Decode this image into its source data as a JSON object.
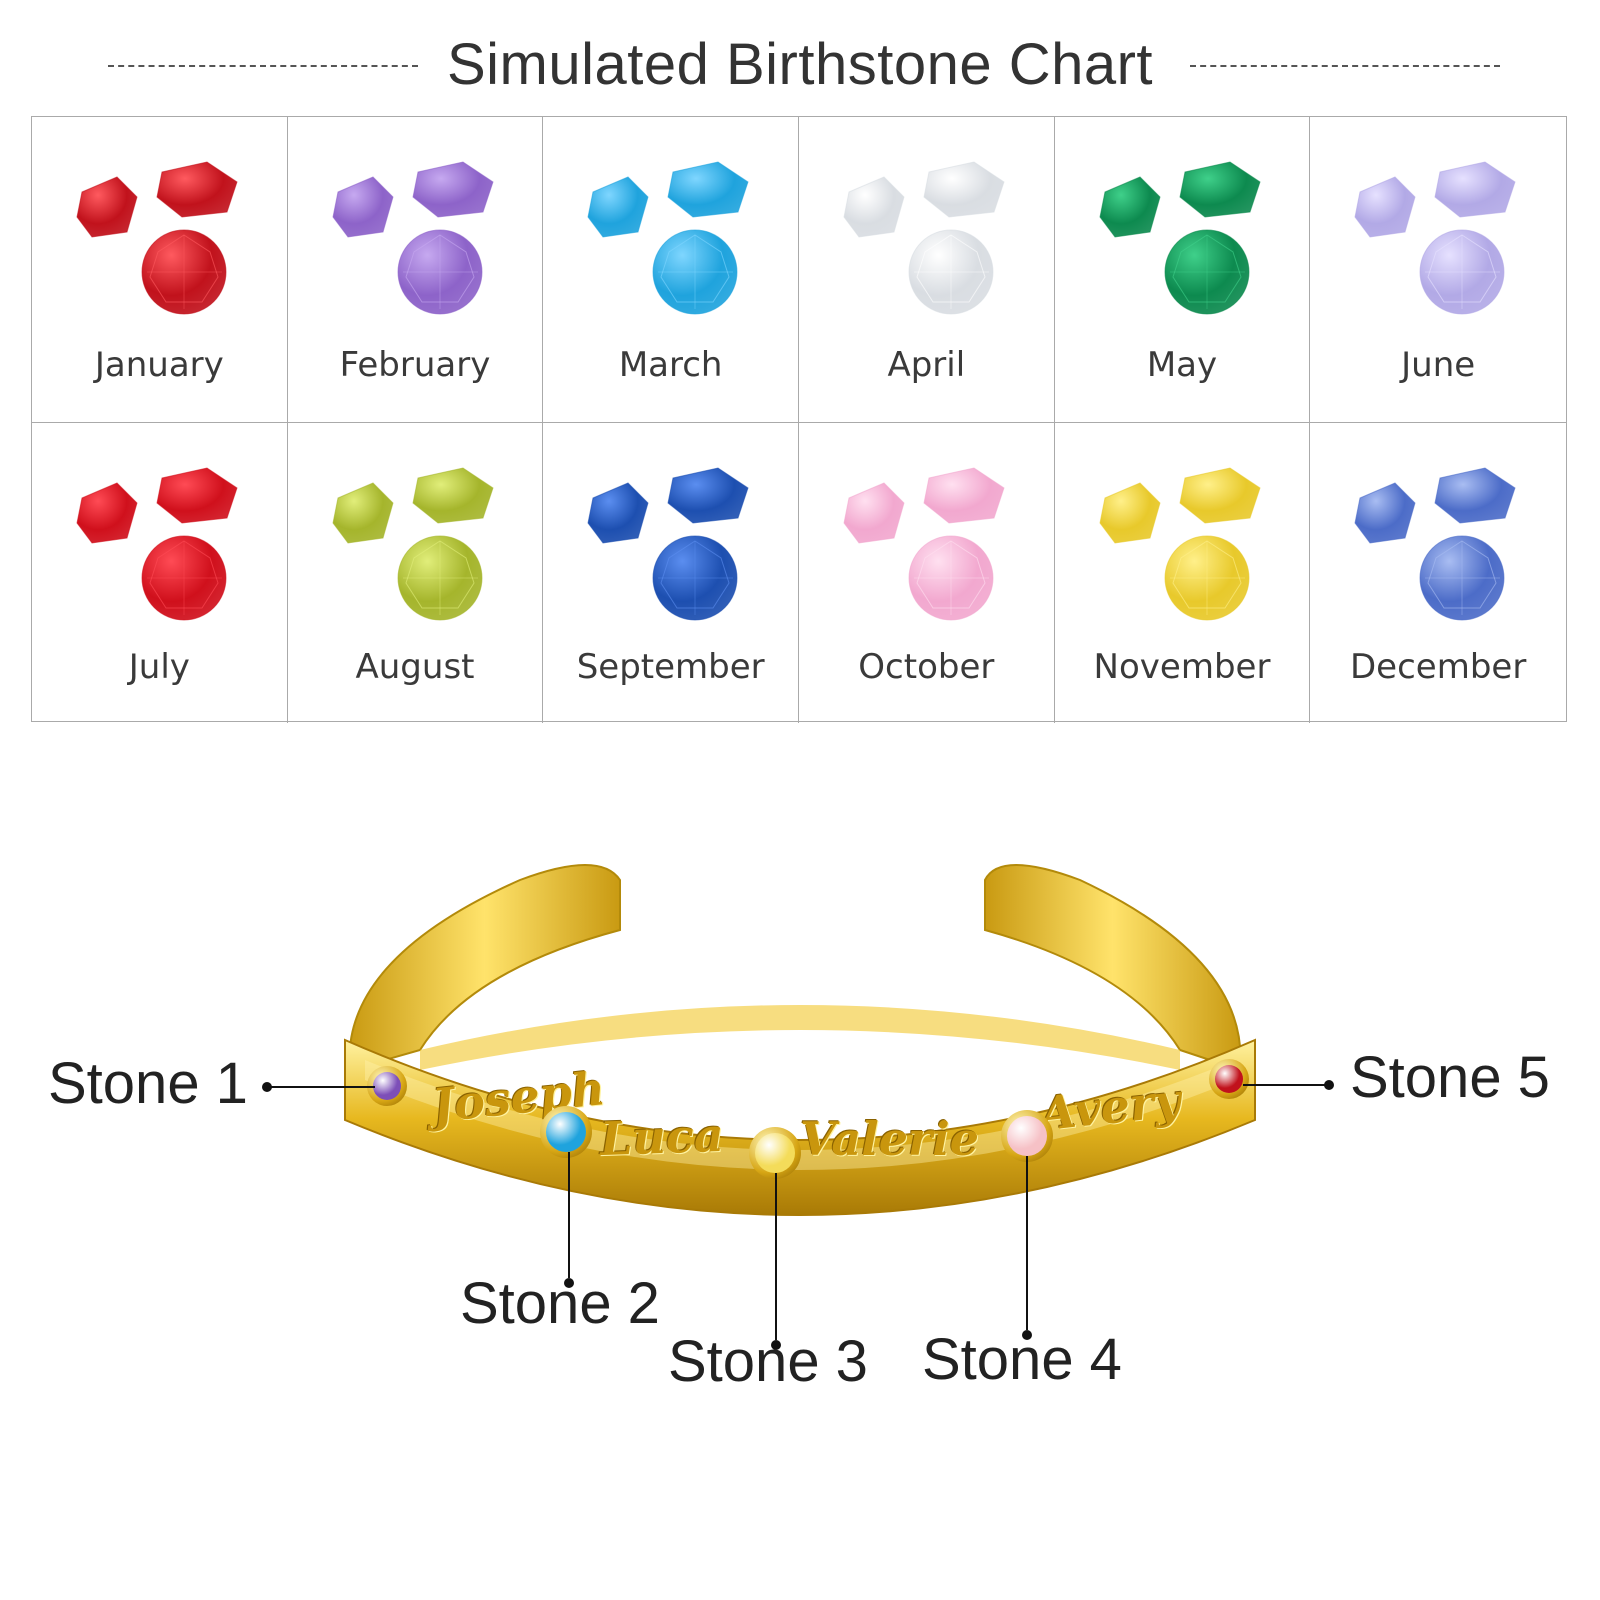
{
  "title": "Simulated Birthstone Chart",
  "months": [
    {
      "label": "January",
      "color": "#c1121c",
      "light": "#ff5a5f"
    },
    {
      "label": "February",
      "color": "#8d63c9",
      "light": "#c6a9f0"
    },
    {
      "label": "March",
      "color": "#1fa3dd",
      "light": "#7fd6ff"
    },
    {
      "label": "April",
      "color": "#d9dde2",
      "light": "#ffffff"
    },
    {
      "label": "May",
      "color": "#0d8a4f",
      "light": "#3fd08a"
    },
    {
      "label": "June",
      "color": "#b2a9e6",
      "light": "#e6e1ff"
    },
    {
      "label": "July",
      "color": "#d0101c",
      "light": "#ff4b55"
    },
    {
      "label": "August",
      "color": "#a5b52c",
      "light": "#e1ee7a"
    },
    {
      "label": "September",
      "color": "#1d4fb0",
      "light": "#5b8ef0"
    },
    {
      "label": "October",
      "color": "#f2a8cf",
      "light": "#ffe0f0"
    },
    {
      "label": "November",
      "color": "#e8c92b",
      "light": "#fff08a"
    },
    {
      "label": "December",
      "color": "#4c6cc8",
      "light": "#a9bdf2"
    }
  ],
  "bracelet": {
    "names": [
      "Joseph",
      "Luca",
      "Valerie",
      "Avery"
    ],
    "gold": "#e7b81f",
    "stones": [
      {
        "label": "Stone 1",
        "color": "#7d4fb8"
      },
      {
        "label": "Stone 2",
        "color": "#1fa3dd"
      },
      {
        "label": "Stone 3",
        "color": "#f4dc5a"
      },
      {
        "label": "Stone 4",
        "color": "#f6c1c6"
      },
      {
        "label": "Stone 5",
        "color": "#c1121c"
      }
    ]
  }
}
